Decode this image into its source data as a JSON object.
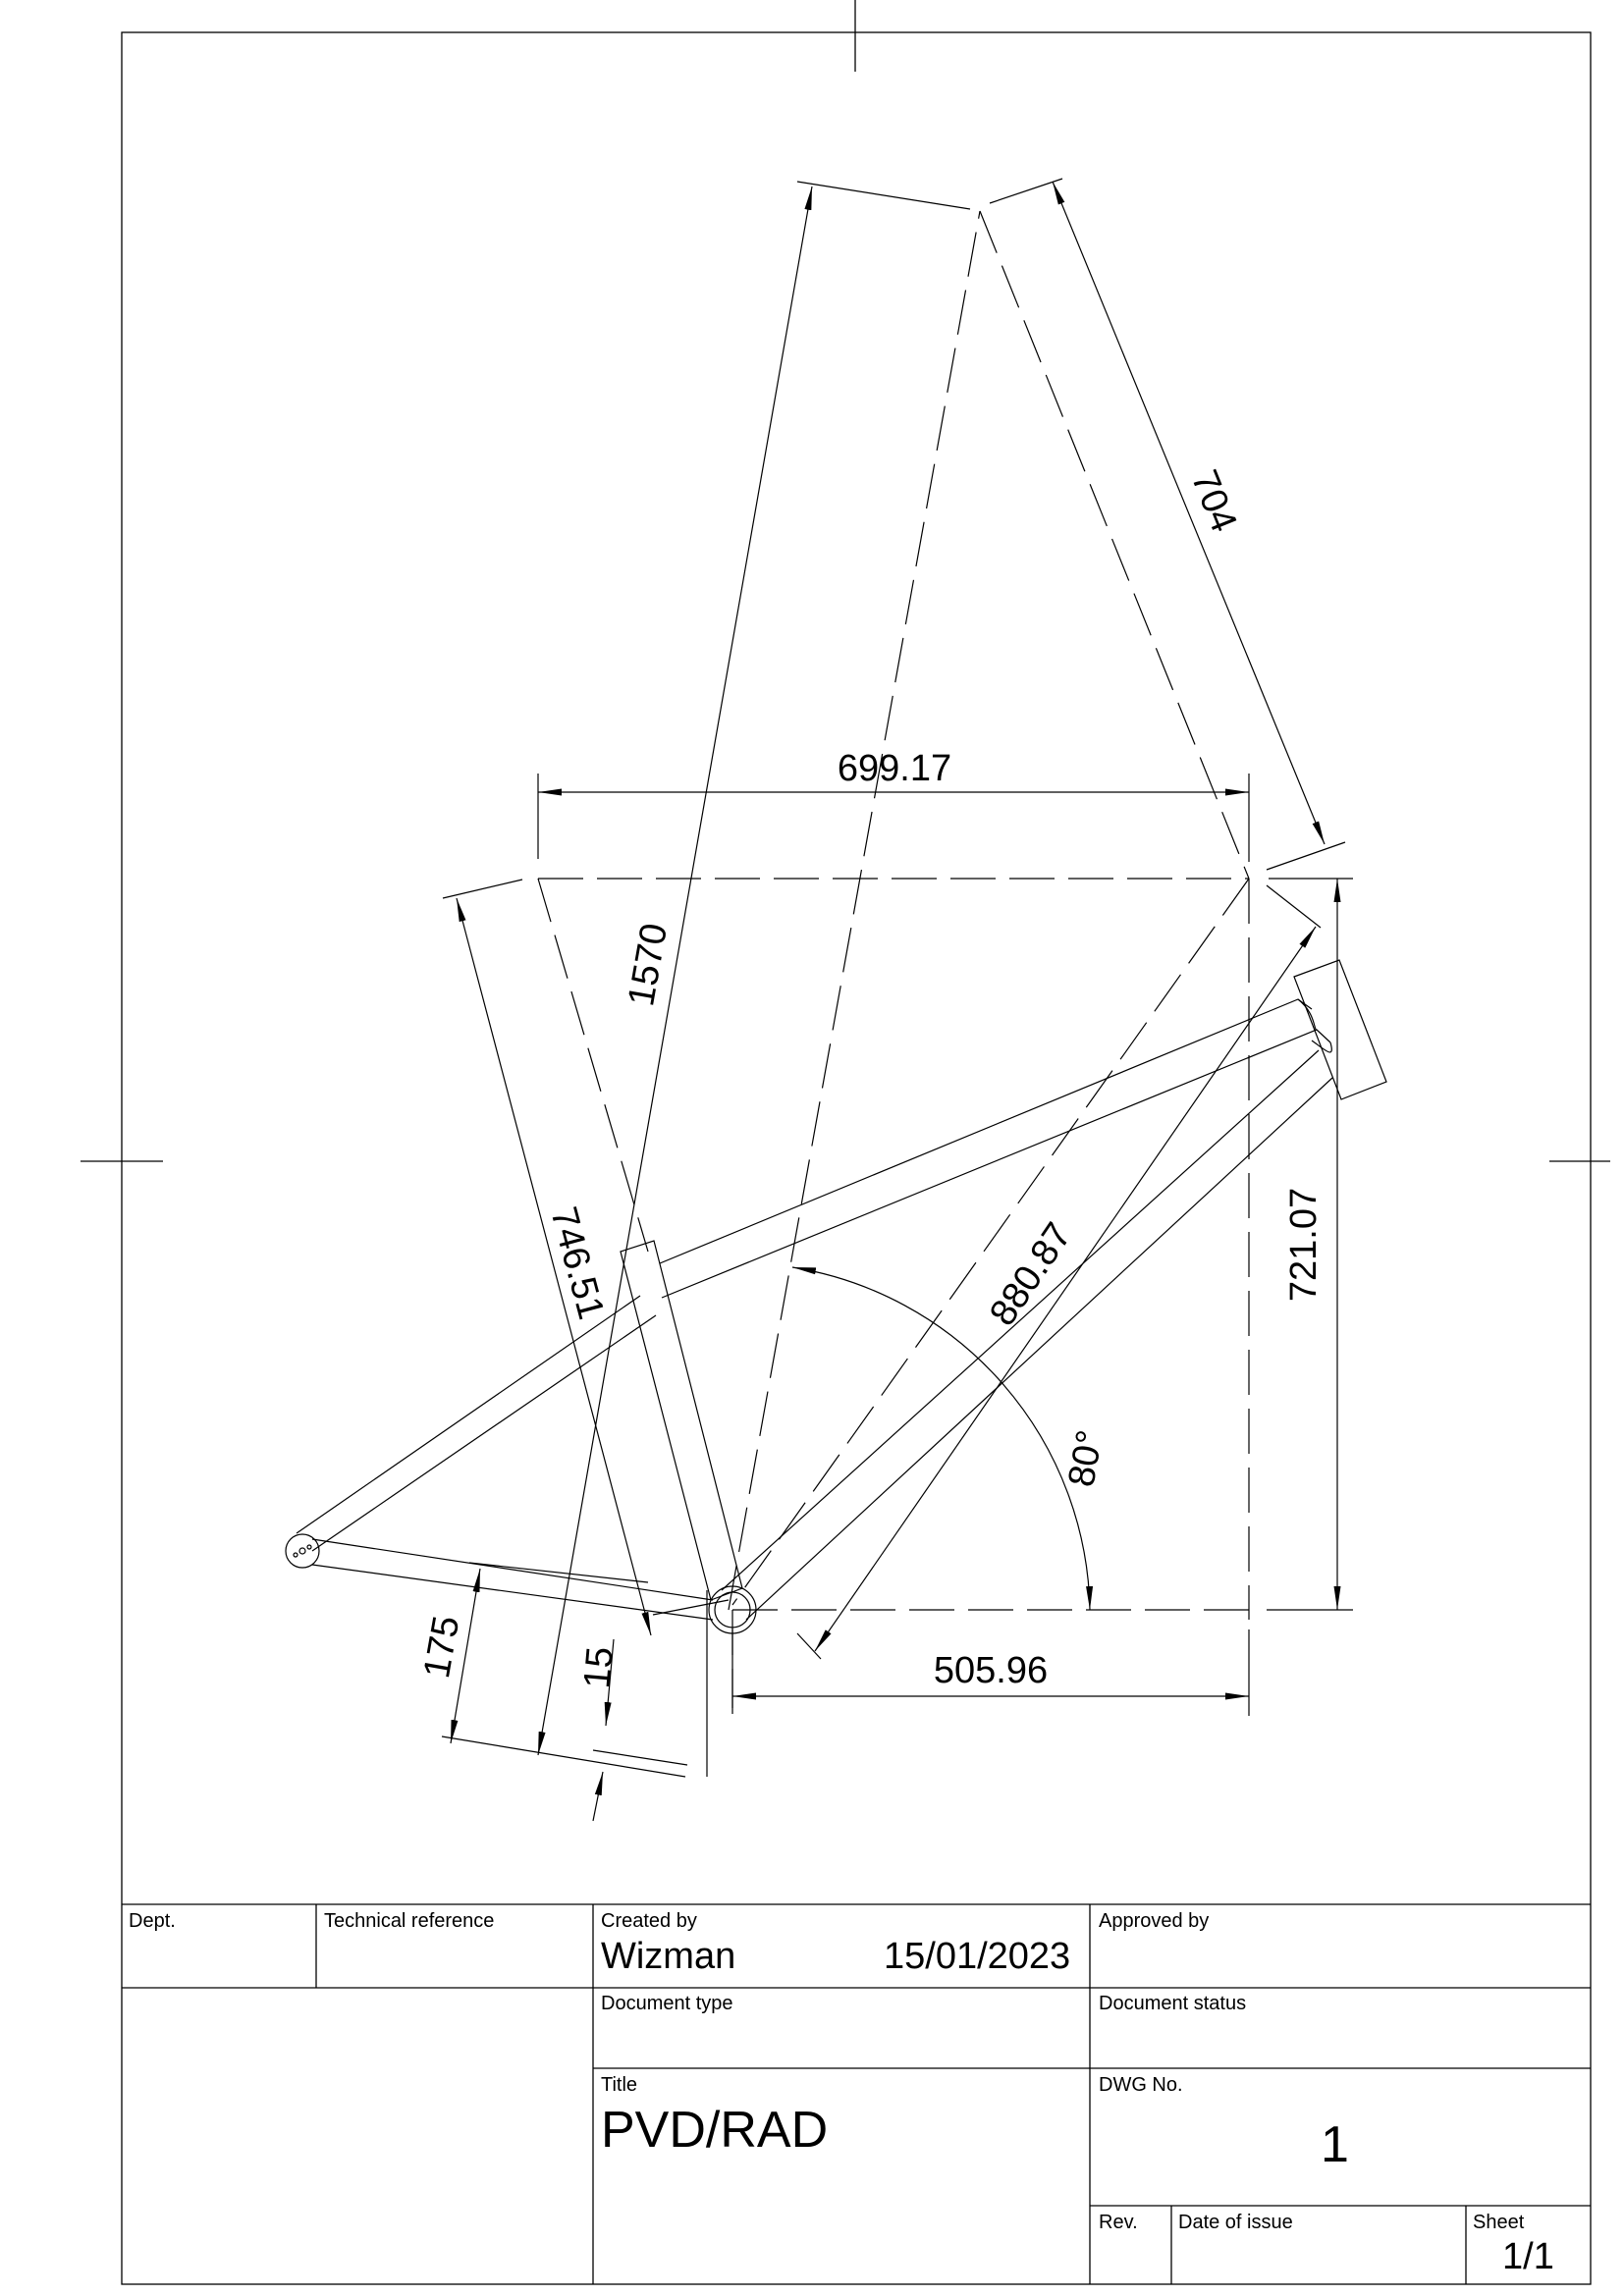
{
  "drawing": {
    "dimensions": {
      "reach": "699.17",
      "stack": "721.07",
      "chainstay": "505.96",
      "down_tube": "880.87",
      "seat_tube": "746.51",
      "top_overall": "704",
      "wheelbase": "1570",
      "bb_drop": "175",
      "offset": "15",
      "angle": "80°"
    }
  },
  "title_block": {
    "dept_label": "Dept.",
    "tech_ref_label": "Technical reference",
    "created_by_label": "Created by",
    "created_by_value": "Wizman",
    "created_date": "15/01/2023",
    "approved_by_label": "Approved by",
    "doc_type_label": "Document type",
    "doc_status_label": "Document status",
    "title_label": "Title",
    "title_value": "PVD/RAD",
    "dwg_no_label": "DWG No.",
    "dwg_no_value": "1",
    "rev_label": "Rev.",
    "date_issue_label": "Date of issue",
    "sheet_label": "Sheet",
    "sheet_value": "1/1"
  }
}
